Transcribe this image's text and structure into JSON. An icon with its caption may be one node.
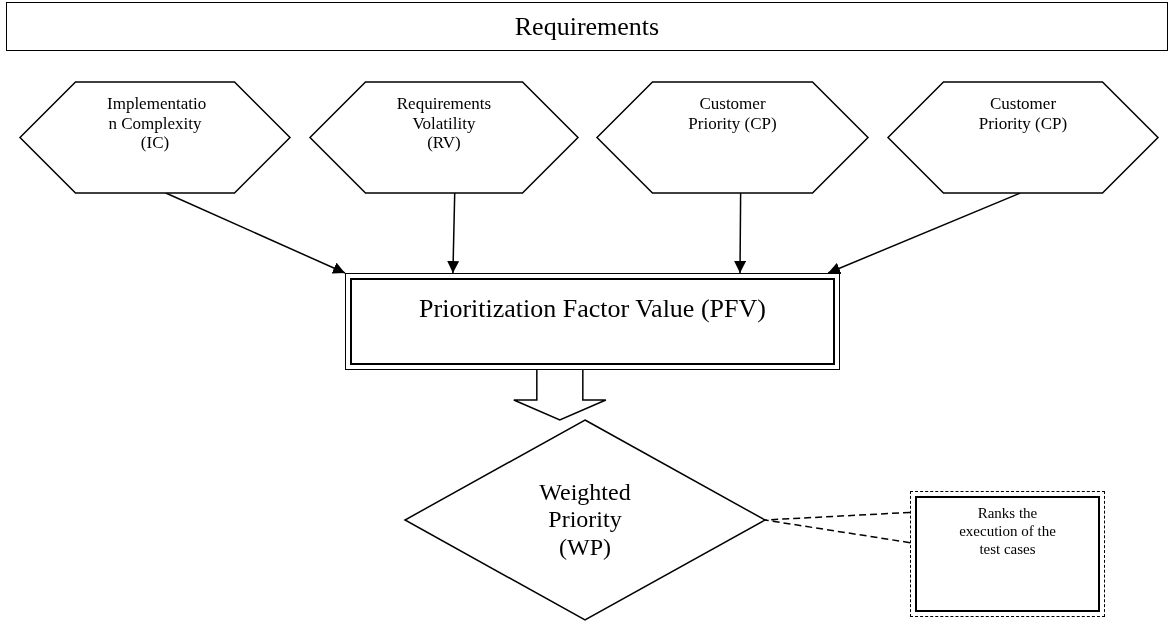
{
  "diagram": {
    "nodes": [
      {
        "text": [
          "Requirements"
        ]
      },
      {
        "text": [
          "Implementatio n Complexity (IC)"
        ]
      },
      {
        "text": [
          "Requirements Volatility (RV)"
        ]
      },
      {
        "text": [
          "Customer Priority (CP)"
        ]
      },
      {
        "text": [
          "Customer Priority (CP)"
        ]
      },
      {
        "text": [
          "Prioritization Factor Value (PFV)"
        ]
      },
      {
        "text": [
          "Weighted Priority (WP)"
        ]
      },
      {
        "text": [
          "Ranks the execution of the test cases"
        ]
      }
    ],
    "edges": [
      {
        "from": 1,
        "to": 5,
        "arrow": "to"
      },
      {
        "from": 2,
        "to": 5,
        "arrow": "to"
      },
      {
        "from": 3,
        "to": 5,
        "arrow": "to"
      },
      {
        "from": 4,
        "to": 5,
        "arrow": "to"
      },
      {
        "from": 5,
        "to": 6,
        "arrow": "to",
        "style": "thick"
      },
      {
        "from": 7,
        "to": 6,
        "arrow": "none",
        "style": "dashed"
      }
    ]
  }
}
